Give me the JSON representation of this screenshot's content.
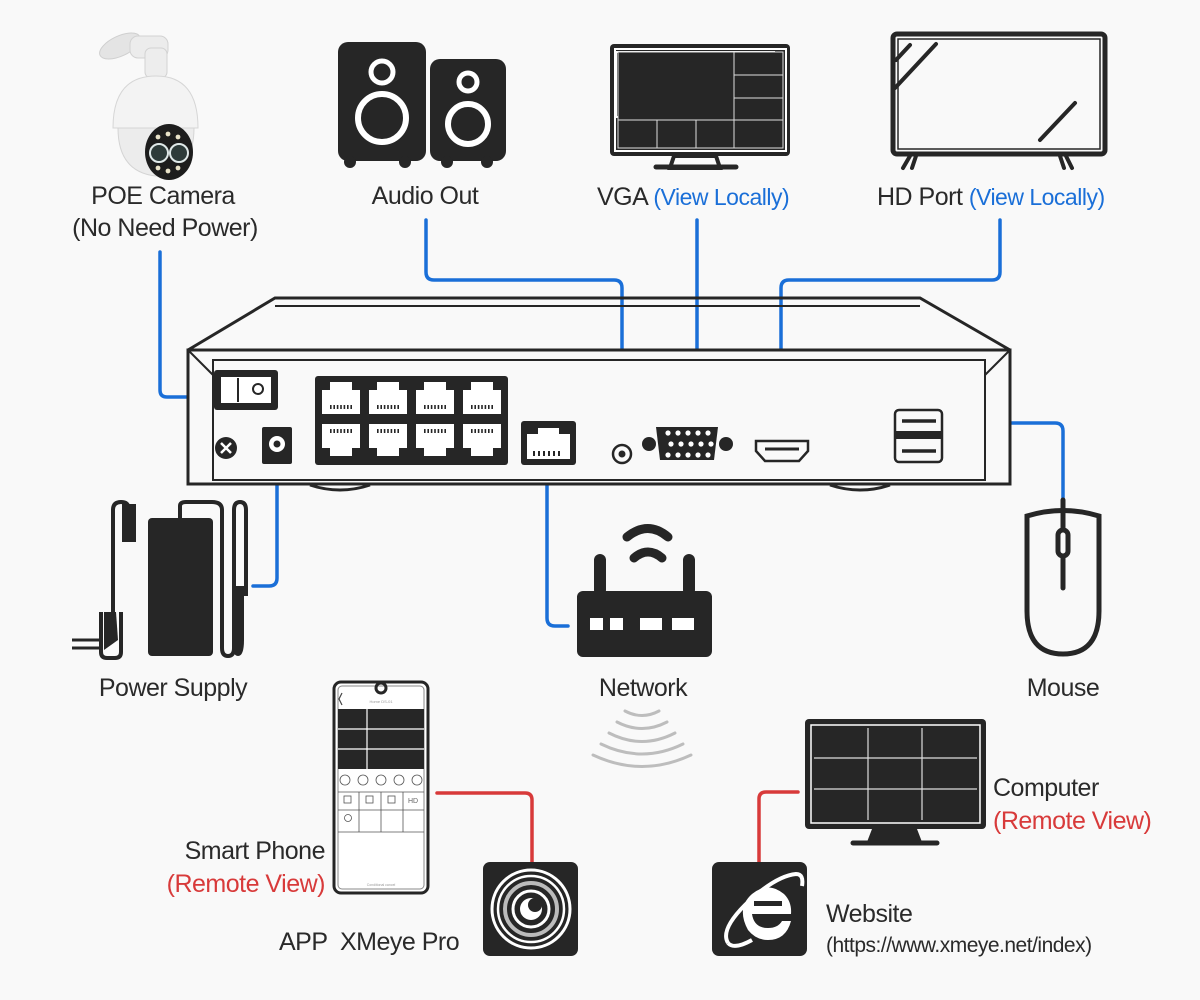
{
  "colors": {
    "background": "#f9f9f9",
    "device": "#262626",
    "local_connection": "#1a6fd8",
    "remote_connection": "#d83a3a",
    "wifi_waves": "#bdbdbd"
  },
  "devices": {
    "poe_camera": {
      "label": "POE Camera",
      "note": "(No Need Power)"
    },
    "audio_out": {
      "label": "Audio Out"
    },
    "vga": {
      "label": "VGA",
      "note": "(View Locally)"
    },
    "hd_port": {
      "label": "HD Port",
      "note": "(View Locally)"
    },
    "power_supply": {
      "label": "Power Supply"
    },
    "network": {
      "label": "Network"
    },
    "mouse": {
      "label": "Mouse"
    },
    "smart_phone": {
      "label": "Smart Phone",
      "note": "(Remote View)"
    },
    "app": {
      "label": "APP  XMeye Pro"
    },
    "computer": {
      "label": "Computer",
      "note": "(Remote View)"
    },
    "website": {
      "label": "Website",
      "note": "(https://www.xmeye.net/index)"
    }
  },
  "nvr": {
    "poe_ports": 8,
    "ports": [
      "power-switch",
      "ground",
      "dc-in",
      "poe-ports",
      "lan-port",
      "audio-out",
      "vga",
      "hdmi",
      "usb"
    ]
  },
  "connections": [
    {
      "from": "poe_camera",
      "to": "poe-ports",
      "type": "local"
    },
    {
      "from": "audio_out",
      "to": "audio-out",
      "type": "local"
    },
    {
      "from": "vga",
      "to": "vga",
      "type": "local"
    },
    {
      "from": "hd_port",
      "to": "hdmi",
      "type": "local"
    },
    {
      "from": "power_supply",
      "to": "dc-in",
      "type": "local"
    },
    {
      "from": "network",
      "to": "lan-port",
      "type": "local"
    },
    {
      "from": "mouse",
      "to": "usb",
      "type": "local"
    },
    {
      "from": "smart_phone",
      "to": "app",
      "type": "remote"
    },
    {
      "from": "computer",
      "to": "website",
      "type": "remote"
    }
  ],
  "phone_screen": {
    "title": "Home DS-01",
    "footer": "Conditional cancel",
    "grid_tiles": 6,
    "feature_rows": 3
  }
}
